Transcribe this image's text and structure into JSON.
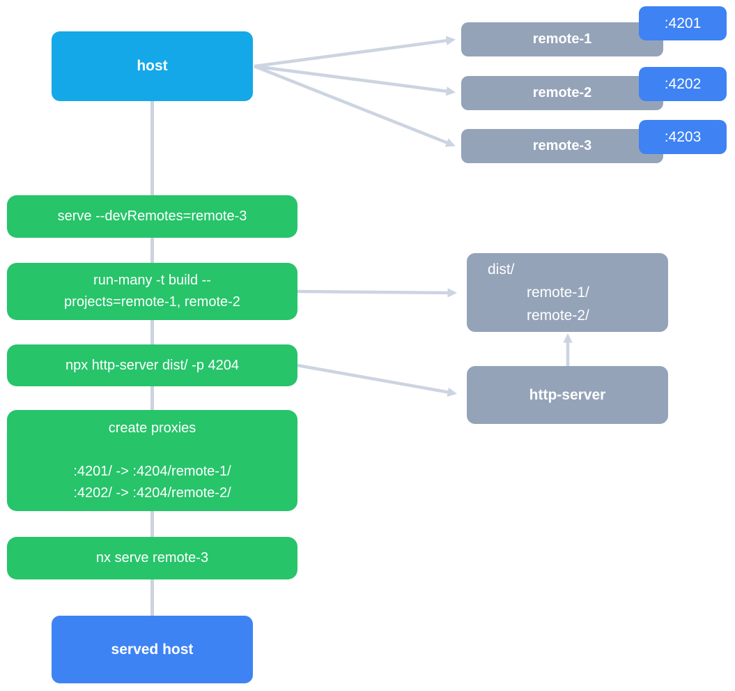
{
  "colors": {
    "host_bg": "#14a8e9",
    "remote_bg": "#94a3b8",
    "port_badge_bg": "#3e82f4",
    "step_bg": "#27c46a",
    "served_host_bg": "#3e83f4",
    "connector": "#ccd4e2",
    "text": "#ffffff"
  },
  "host": {
    "label": "host"
  },
  "remotes": [
    {
      "label": "remote-1",
      "port": ":4201"
    },
    {
      "label": "remote-2",
      "port": ":4202"
    },
    {
      "label": "remote-3",
      "port": ":4203"
    }
  ],
  "steps": [
    {
      "lines": [
        "serve --devRemotes=remote-3"
      ]
    },
    {
      "lines": [
        "run-many -t build --",
        "projects=remote-1, remote-2"
      ]
    },
    {
      "lines": [
        "npx http-server dist/ -p 4204"
      ]
    },
    {
      "lines": [
        "create proxies",
        "",
        ":4201/ -> :4204/remote-1/",
        ":4202/ -> :4204/remote-2/"
      ]
    },
    {
      "lines": [
        "nx serve remote-3"
      ]
    }
  ],
  "dist_box": {
    "lines": [
      "dist/",
      "remote-1/",
      "remote-2/"
    ]
  },
  "http_server": {
    "label": "http-server"
  },
  "served_host": {
    "label": "served host"
  }
}
